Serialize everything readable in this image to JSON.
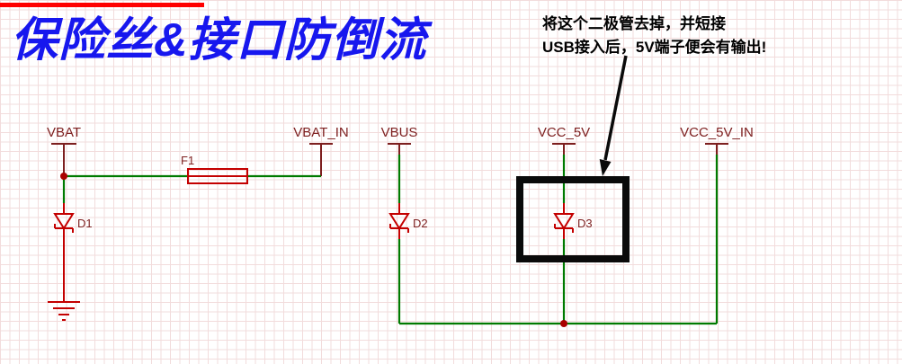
{
  "title": {
    "text": "保险丝&接口防倒流"
  },
  "annotation": {
    "line1": "将这个二极管去掉，并短接",
    "line2": "USB接入后，5V端子便会有输出!"
  },
  "schematic": {
    "nets": [
      {
        "name": "VBAT"
      },
      {
        "name": "VBAT_IN"
      },
      {
        "name": "VBUS"
      },
      {
        "name": "VCC_5V"
      },
      {
        "name": "VCC_5V_IN"
      }
    ],
    "components": [
      {
        "ref": "F1",
        "type": "fuse"
      },
      {
        "ref": "D1",
        "type": "diode"
      },
      {
        "ref": "D2",
        "type": "diode"
      },
      {
        "ref": "D3",
        "type": "diode"
      }
    ],
    "colors": {
      "wire": "#007a00",
      "component": "#c40000",
      "net_label": "#7d1f1f",
      "junction": "#aa0000",
      "title_blue": "#1717ee",
      "top_bar_red": "#ff0000",
      "highlight_box": "#0a0a0a",
      "annotation_text": "#000000"
    }
  }
}
